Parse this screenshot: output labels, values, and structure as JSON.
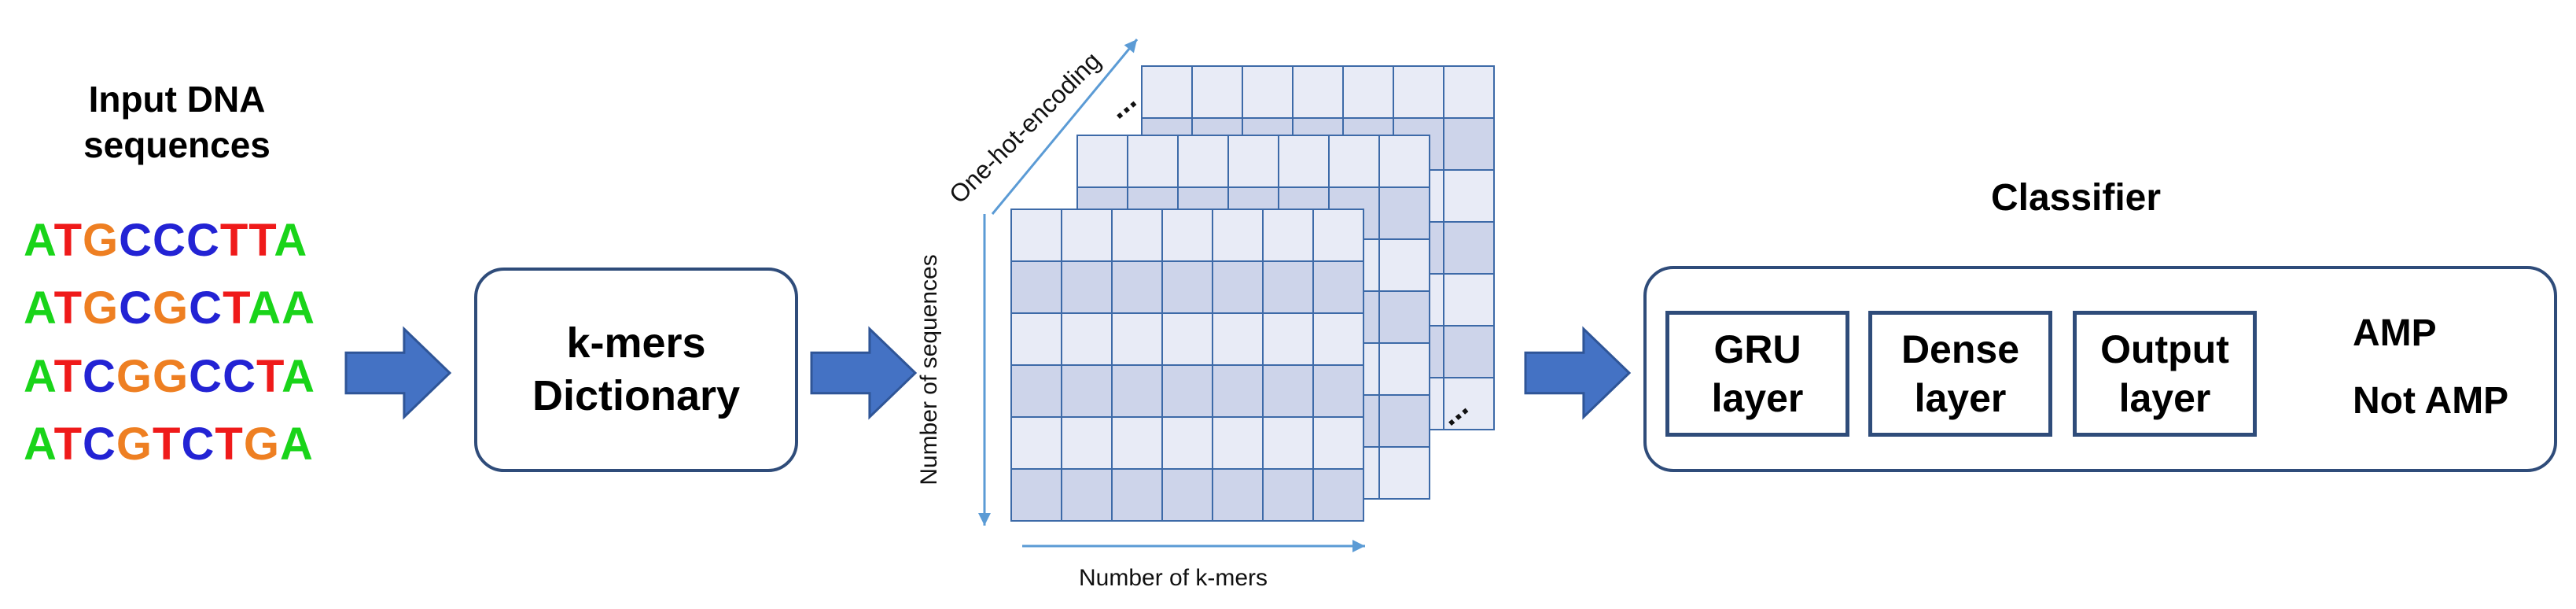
{
  "input": {
    "title_line1": "Input DNA",
    "title_line2": "sequences",
    "sequences": [
      [
        "A",
        "T",
        "G",
        "C",
        "C",
        "C",
        "T",
        "T",
        "A"
      ],
      [
        "A",
        "T",
        "G",
        "C",
        "G",
        "C",
        "T",
        "A",
        "A"
      ],
      [
        "A",
        "T",
        "C",
        "G",
        "G",
        "C",
        "C",
        "T",
        "A"
      ],
      [
        "A",
        "T",
        "C",
        "G",
        "T",
        "C",
        "T",
        "G",
        "A"
      ]
    ],
    "base_colors": {
      "A": "#19d419",
      "T": "#ef1a1a",
      "G": "#ee7f22",
      "C": "#2323d4"
    }
  },
  "kmers": {
    "line1": "k-mers",
    "line2": "Dictionary"
  },
  "matrix": {
    "depth_label": "One-hot-encoding",
    "rows_label": "Number of sequences",
    "cols_label": "Number of k-mers",
    "ellipsis_back": "...",
    "ellipsis_side": "...",
    "grid_color": "#3d6aa8",
    "cell_light": "#e8ebf6",
    "cell_dark": "#cdd4ea"
  },
  "classifier": {
    "title": "Classifier",
    "gru": {
      "line1": "GRU",
      "line2": "layer"
    },
    "dense": {
      "line1": "Dense",
      "line2": "layer"
    },
    "output": {
      "line1": "Output",
      "line2": "layer"
    },
    "outputs": [
      "AMP",
      "Not AMP"
    ]
  },
  "colors": {
    "arrow_fill": "#4472c4",
    "arrow_stroke": "#2f5597",
    "box_border": "#2f4c7a",
    "axis_arrow": "#5b9bd5"
  }
}
